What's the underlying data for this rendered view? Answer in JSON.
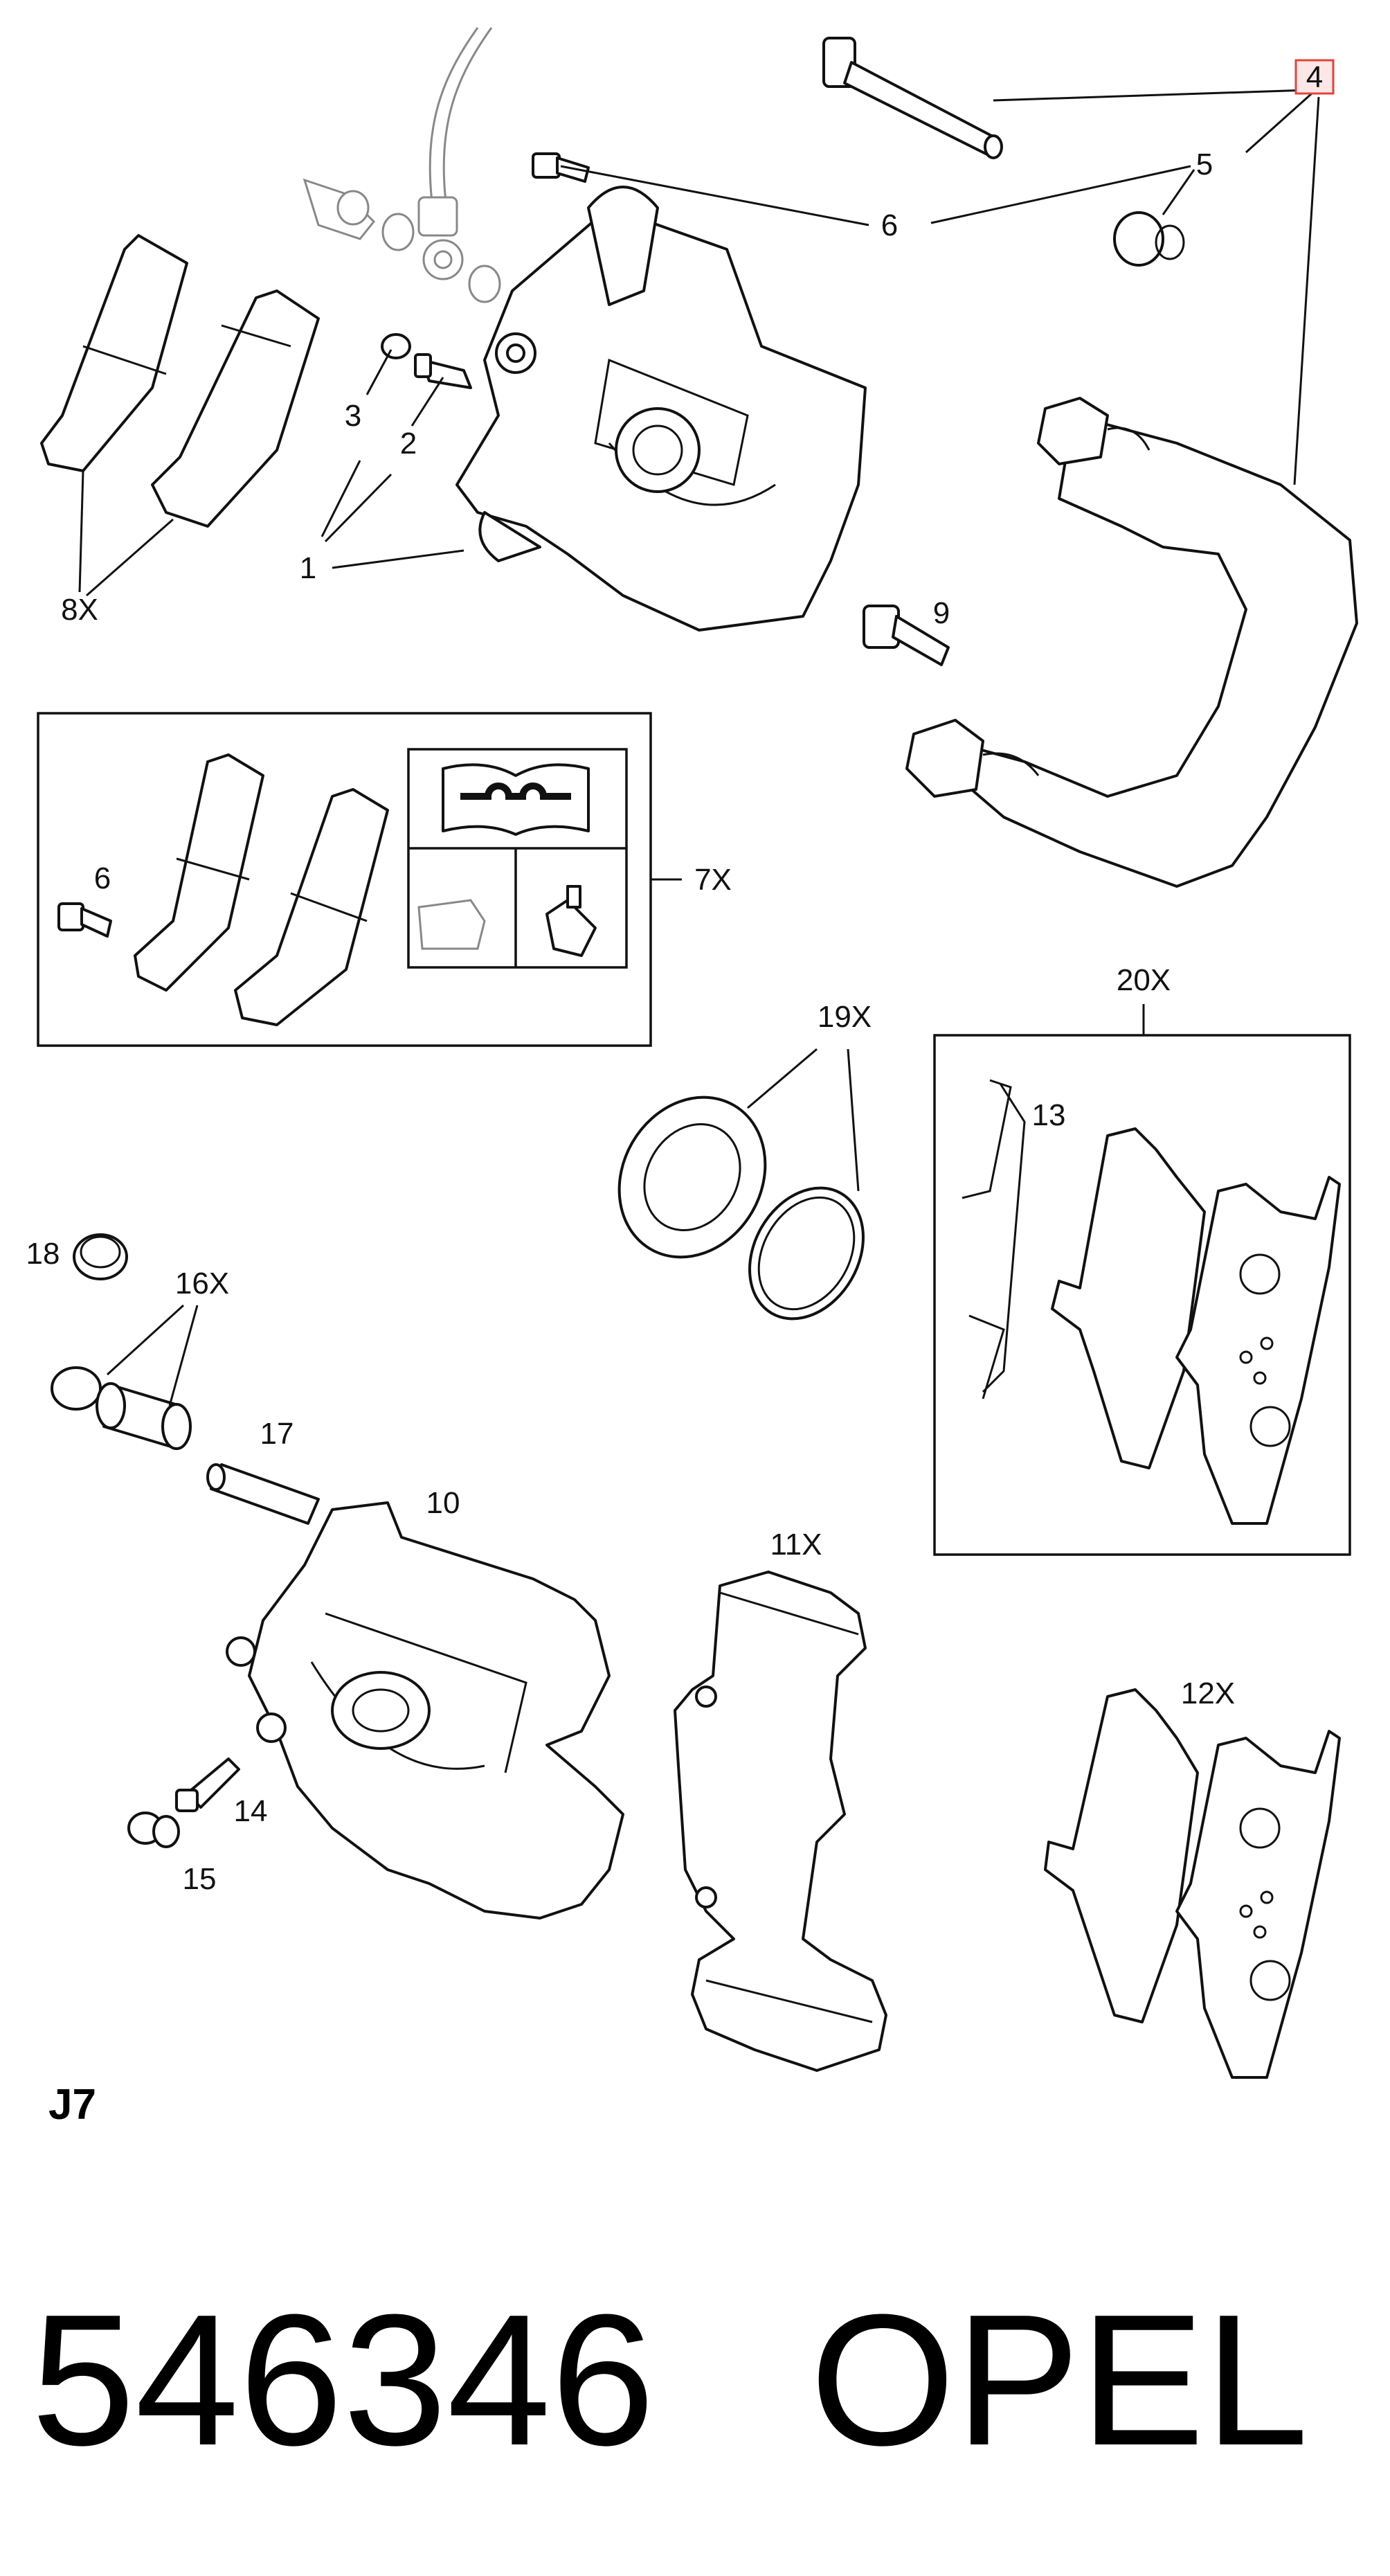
{
  "diagram": {
    "callouts": {
      "c1": "1",
      "c2": "2",
      "c3": "3",
      "c4": "4",
      "c5": "5",
      "c6": "6",
      "c6b": "6",
      "c7x": "7X",
      "c8x": "8X",
      "c9": "9",
      "c10": "10",
      "c11x": "11X",
      "c12x": "12X",
      "c13": "13",
      "c14": "14",
      "c15": "15",
      "c16x": "16X",
      "c17": "17",
      "c18": "18",
      "c19x": "19X",
      "c20x": "20X"
    },
    "highlighted_callout": "4",
    "highlight_color": "#e0443c",
    "section_code": "J7"
  },
  "footer": {
    "part_number": "546346",
    "brand": "OPEL"
  }
}
